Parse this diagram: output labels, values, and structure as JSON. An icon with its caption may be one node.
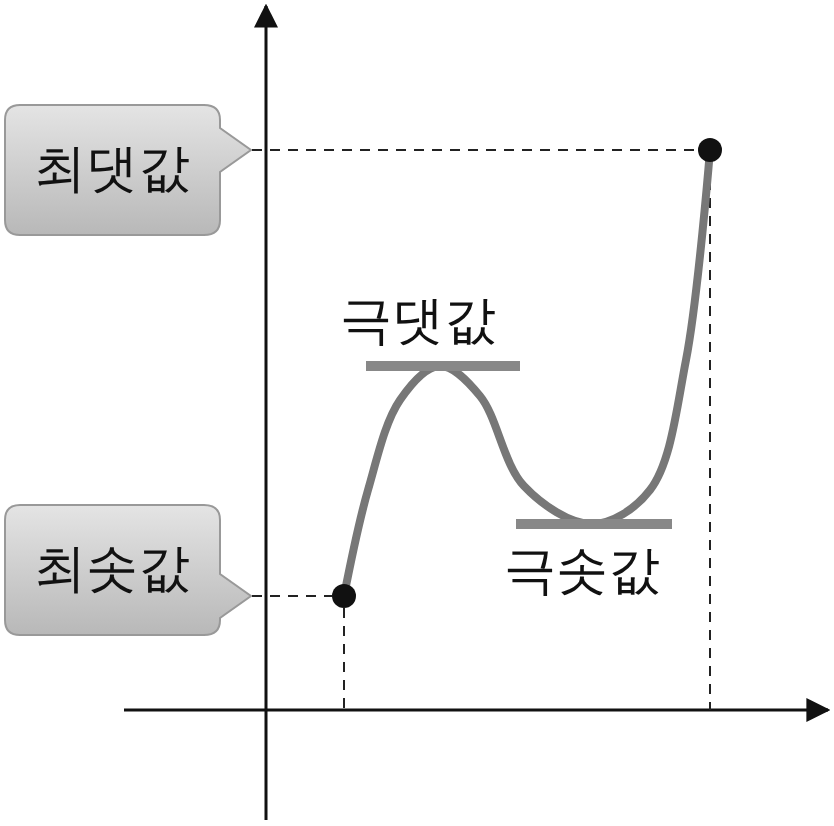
{
  "diagram": {
    "nodes": [
      {
        "text": [
          "최댓값"
        ]
      },
      {
        "text": [
          "최솟값"
        ]
      },
      {
        "text": [],
        "shape": "circle"
      },
      {
        "text": [],
        "shape": "circle"
      }
    ],
    "edges": [
      {
        "from": 0,
        "to": 2,
        "arrow": "none",
        "style": "dashed"
      },
      {
        "from": 1,
        "to": 3,
        "arrow": "none",
        "style": "dashed"
      }
    ],
    "labels": [
      "극댓값",
      "극솟값"
    ]
  }
}
